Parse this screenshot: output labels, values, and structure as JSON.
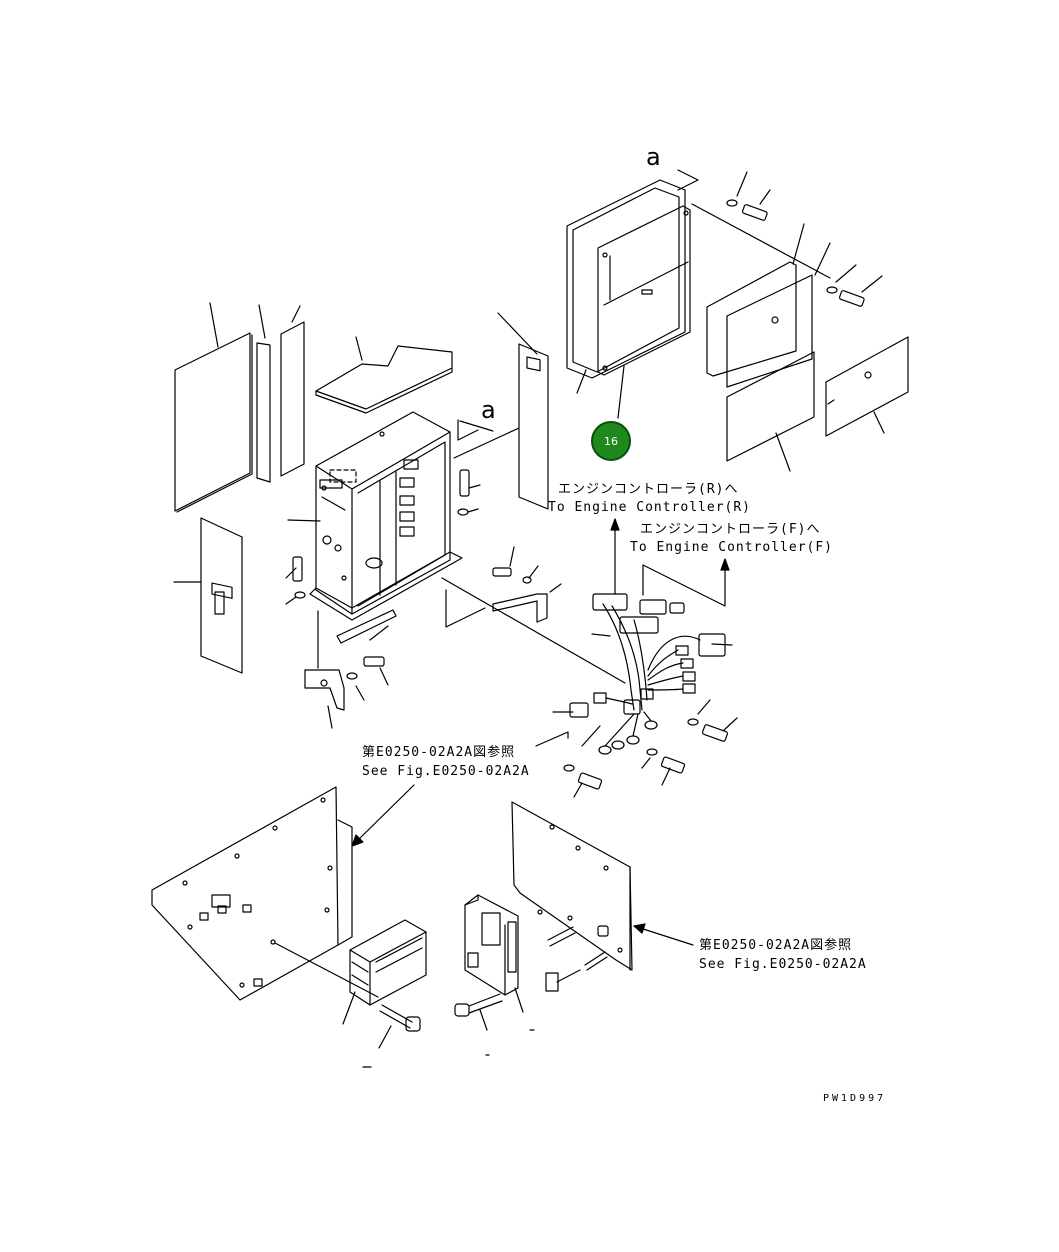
{
  "labels": {
    "section_marker": "a",
    "to_engine_r_jp": "エンジンコントローラ(R)へ",
    "to_engine_r_en": "To Engine Controller(R)",
    "to_engine_f_jp": "エンジンコントローラ(F)へ",
    "to_engine_f_en": "To Engine Controller(F)",
    "see_fig_jp": "第E0250-02A2A図参照",
    "see_fig_en": "See Fig.E0250-02A2A",
    "drawing_code": "PW1D997"
  },
  "callouts": [
    {
      "number": "16"
    }
  ],
  "colors": {
    "line": "#000000",
    "callout_fill": "#1e8a1e",
    "callout_text": "#ffffff"
  }
}
